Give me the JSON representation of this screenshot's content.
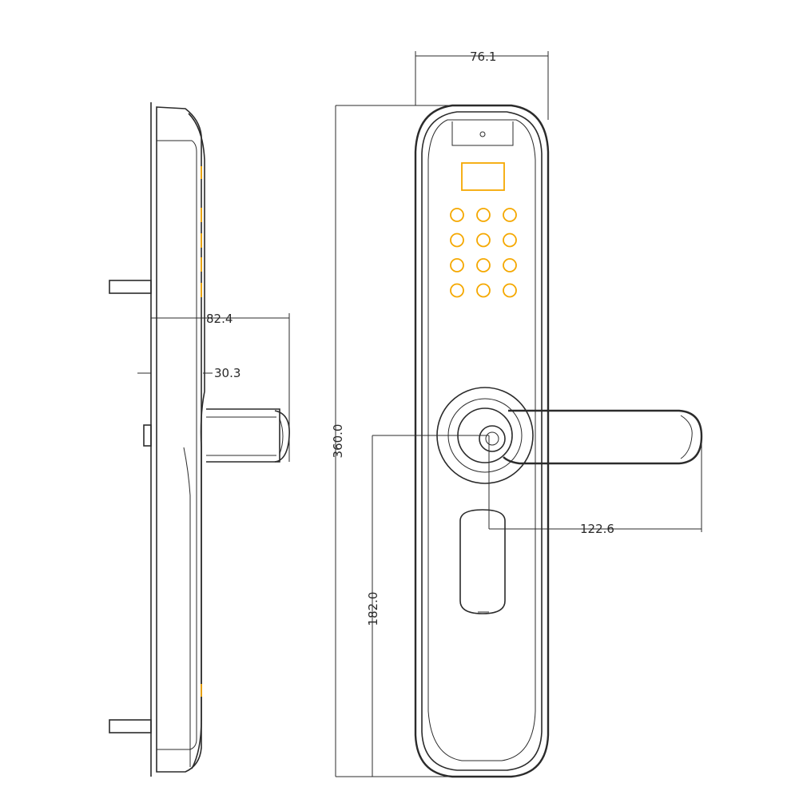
{
  "dimensions": {
    "width_top": "76.1",
    "height_total": "360.0",
    "handle_length": "122.6",
    "handle_center_height": "182.0",
    "side_depth_total": "82.4",
    "side_plate_depth": "30.3"
  },
  "colors": {
    "line": "#2b2b2b",
    "accent": "#f5a800",
    "background": "#ffffff"
  },
  "keypad": {
    "rows": 4,
    "cols": 3
  }
}
